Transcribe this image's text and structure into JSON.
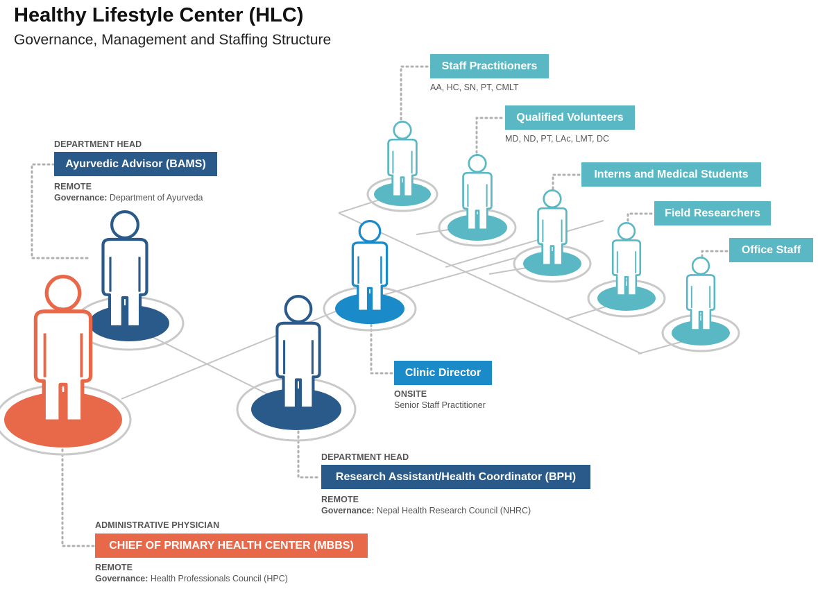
{
  "header": {
    "title": "Healthy Lifestyle Center (HLC)",
    "subtitle": "Governance, Management and Staffing Structure"
  },
  "colors": {
    "orange": "#e8694a",
    "navy": "#295a8a",
    "blue": "#1a8ac9",
    "teal": "#59b8c4",
    "connector": "#bfbfbf",
    "dotted": "#b5b5b5"
  },
  "roles": {
    "chief": {
      "category": "ADMINISTRATIVE PHYSICIAN",
      "label": "CHIEF OF PRIMARY HEALTH CENTER (MBBS)",
      "location": "REMOTE",
      "governance_label": "Governance:",
      "governance": "Health Professionals Council (HPC)"
    },
    "ayurvedic_advisor": {
      "category": "DEPARTMENT HEAD",
      "label": "Ayurvedic Advisor (BAMS)",
      "location": "REMOTE",
      "governance_label": "Governance:",
      "governance": "Department of Ayurveda"
    },
    "research_assistant": {
      "category": "DEPARTMENT HEAD",
      "label": "Research Assistant/Health Coordinator (BPH)",
      "location": "REMOTE",
      "governance_label": "Governance:",
      "governance": "Nepal Health Research Council (NHRC)"
    },
    "clinic_director": {
      "label": "Clinic Director",
      "location": "ONSITE",
      "detail": "Senior Staff Practitioner"
    },
    "staff_practitioners": {
      "label": "Staff Practitioners",
      "detail": "AA, HC, SN, PT, CMLT"
    },
    "qualified_volunteers": {
      "label": "Qualified Volunteers",
      "detail": "MD, ND, PT, LAc, LMT, DC"
    },
    "interns": {
      "label": "Interns and Medical Students"
    },
    "field_researchers": {
      "label": "Field Researchers"
    },
    "office_staff": {
      "label": "Office Staff"
    }
  }
}
